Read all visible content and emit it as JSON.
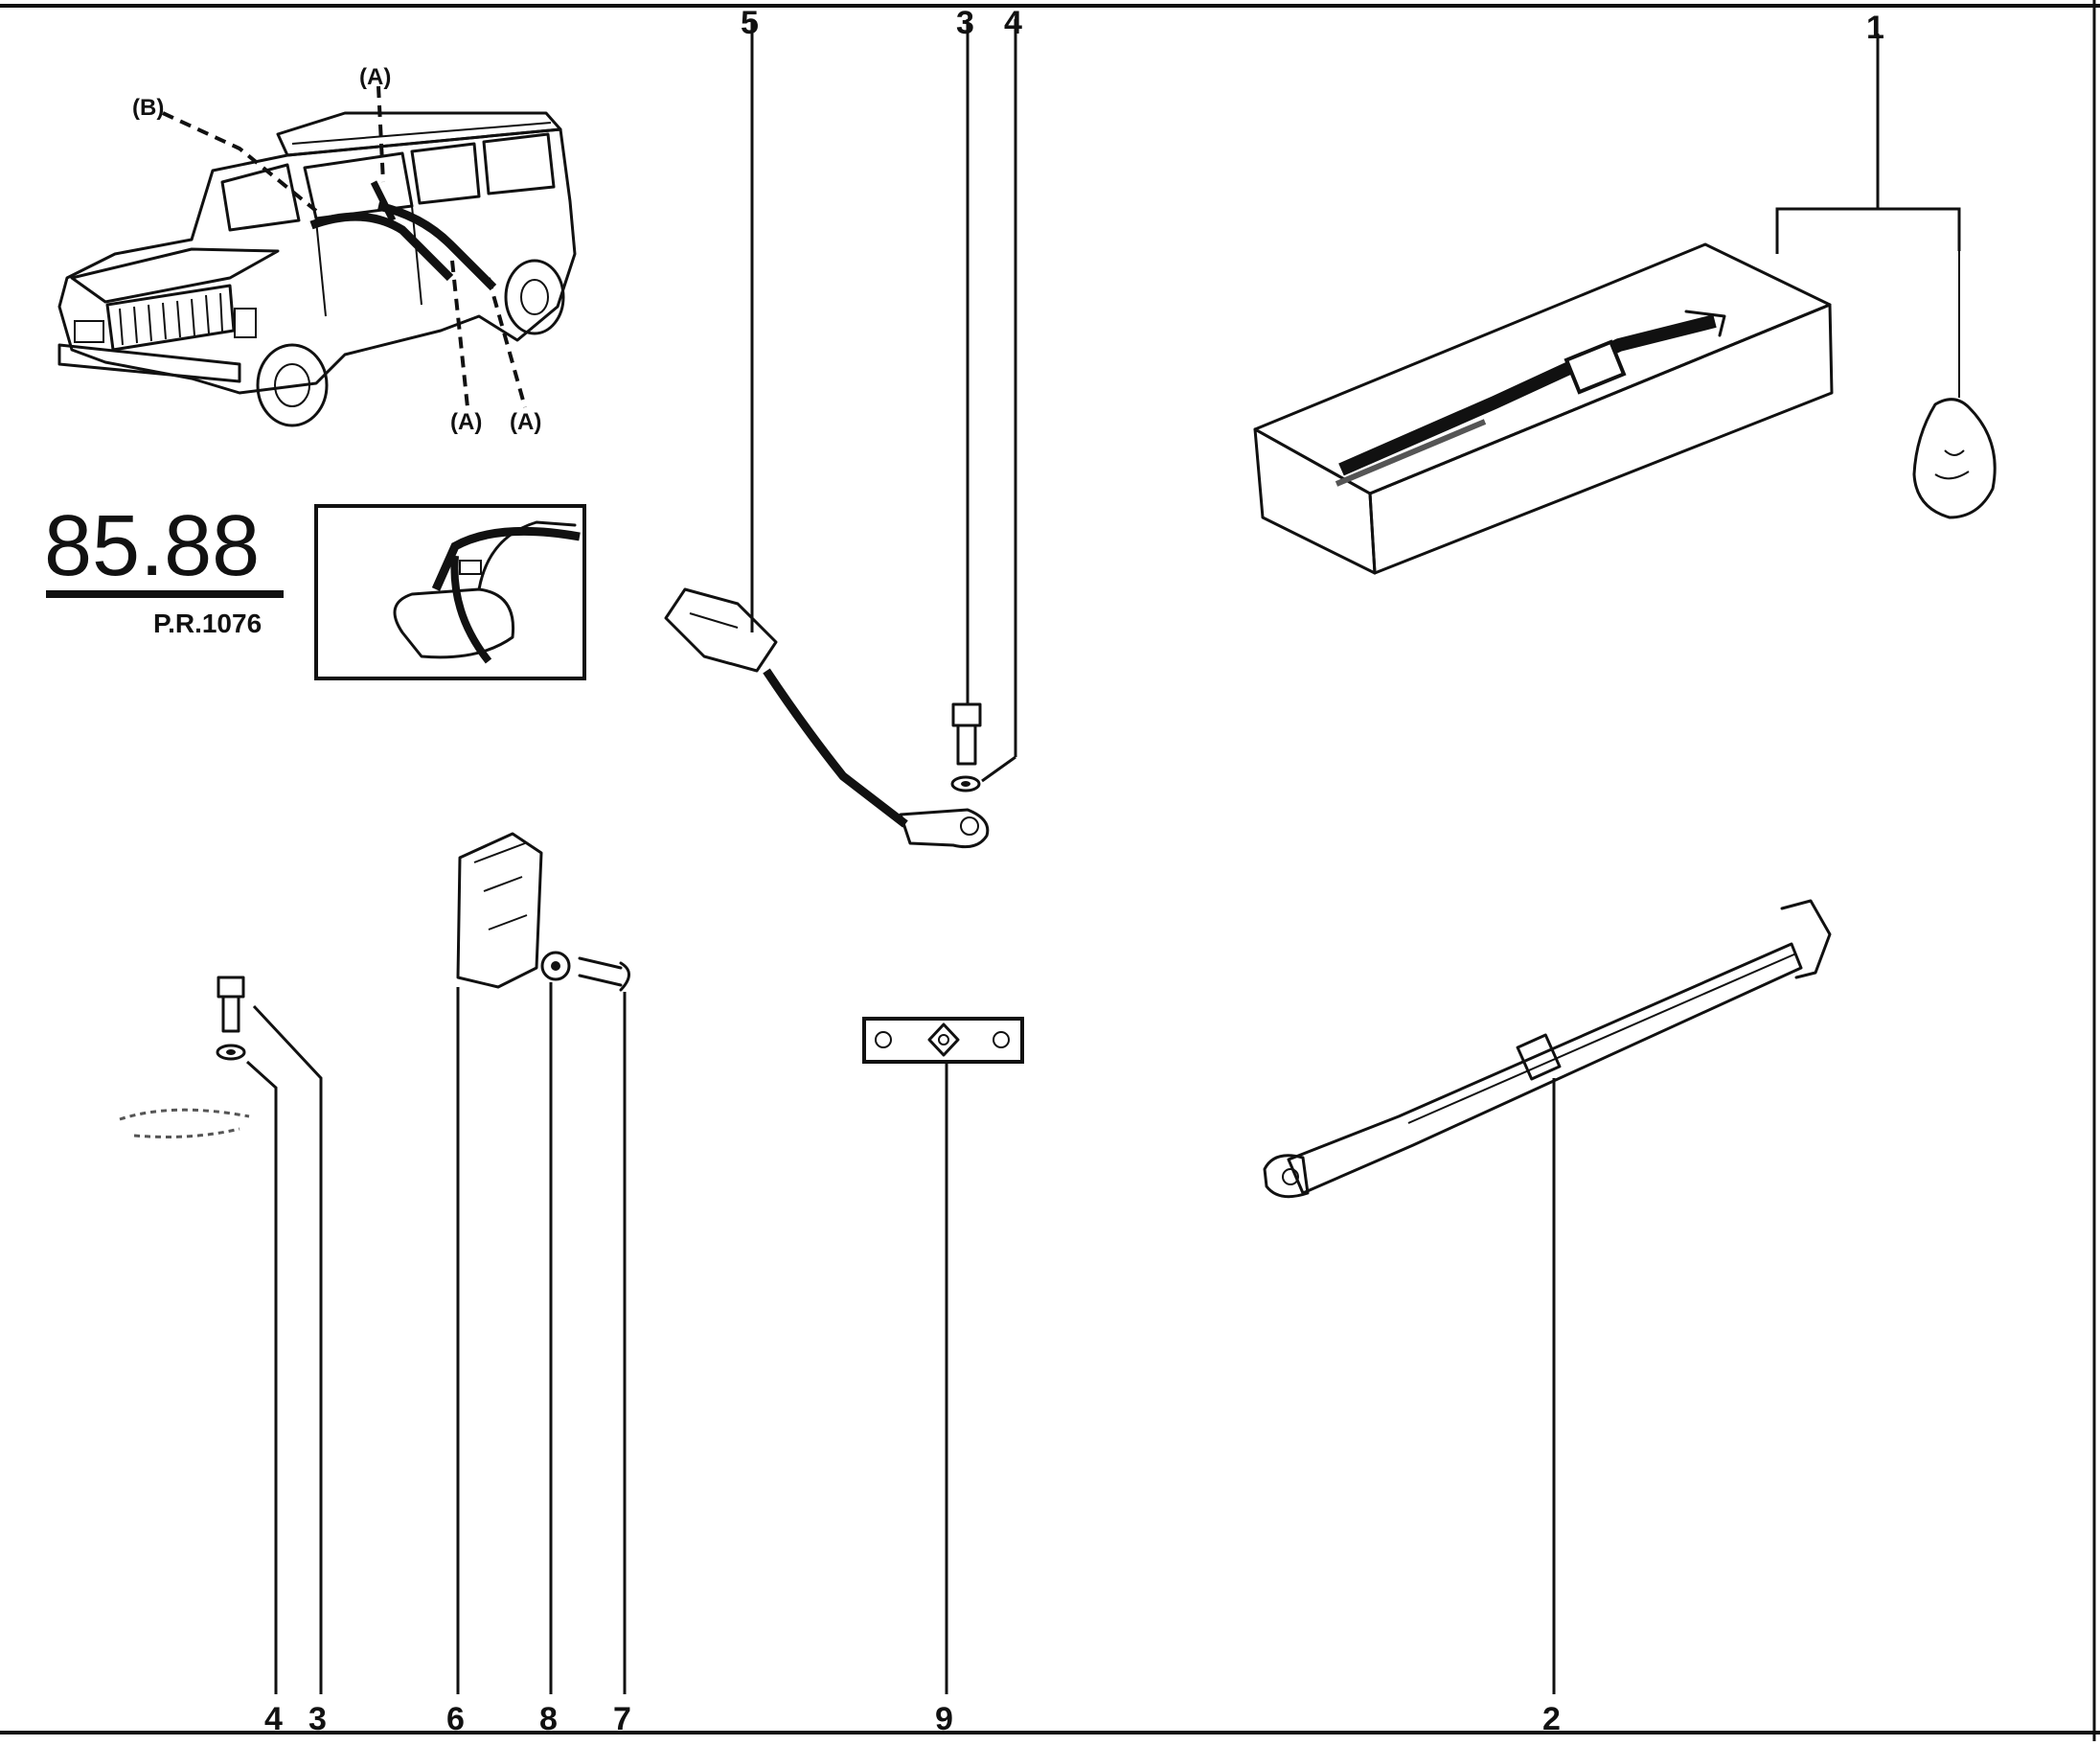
{
  "page_code": {
    "number": "85.88",
    "ref": "P.R.1076"
  },
  "car_callouts": {
    "a1": "(A)",
    "a2": "(A)",
    "a3": "(A)",
    "b": "(B)"
  },
  "part_labels": {
    "p1": "1",
    "p2": "2",
    "p3_top": "3",
    "p4_top": "4",
    "p5": "5",
    "p4_bottom": "4",
    "p3_bottom": "3",
    "p6": "6",
    "p8": "8",
    "p7": "7",
    "p9": "9"
  }
}
